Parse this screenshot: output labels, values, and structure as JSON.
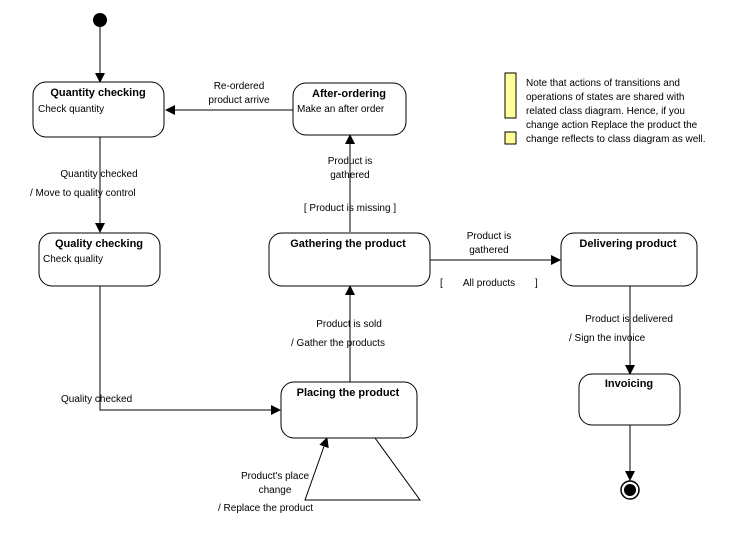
{
  "states": {
    "quantity_checking": {
      "title": "Quantity checking",
      "action": "Check quantity"
    },
    "after_ordering": {
      "title": "After-ordering",
      "action": "Make an after order"
    },
    "quality_checking": {
      "title": "Quality checking",
      "action": "Check quality"
    },
    "gathering_product": {
      "title": "Gathering the product"
    },
    "delivering_product": {
      "title": "Delivering product"
    },
    "placing_product": {
      "title": "Placing the product"
    },
    "invoicing": {
      "title": "Invoicing"
    }
  },
  "transitions": {
    "reordered": {
      "line1": "Re-ordered",
      "line2": "product arrive"
    },
    "quantity_checked": {
      "event": "Quantity checked",
      "action": "/ Move to quality control"
    },
    "gathered_up": {
      "line1": "Product is",
      "line2": "gathered",
      "guard": "[ Product is missing ]"
    },
    "gathered_right": {
      "line1": "Product is",
      "line2": "gathered",
      "guard_open": "[",
      "guard_text": "All products",
      "guard_close": "]"
    },
    "sold": {
      "event": "Product is sold",
      "action": "/ Gather the products"
    },
    "delivered": {
      "event": "Product is delivered",
      "action": "/ Sign the invoice"
    },
    "quality_checked": {
      "event": "Quality checked"
    },
    "place_change": {
      "line1": "Product's place",
      "line2": "change",
      "action": "/ Replace the product"
    }
  },
  "note": {
    "lines": [
      "Note that actions of transitions and",
      "operations of states are shared with",
      "related class diagram. Hence, if you",
      "change action Replace the product the",
      "change reflects to class diagram as well."
    ],
    "accent_color": "#ffff99"
  },
  "colors": {
    "line": "#000000",
    "background": "#ffffff",
    "note_fill": "#ffff99"
  }
}
